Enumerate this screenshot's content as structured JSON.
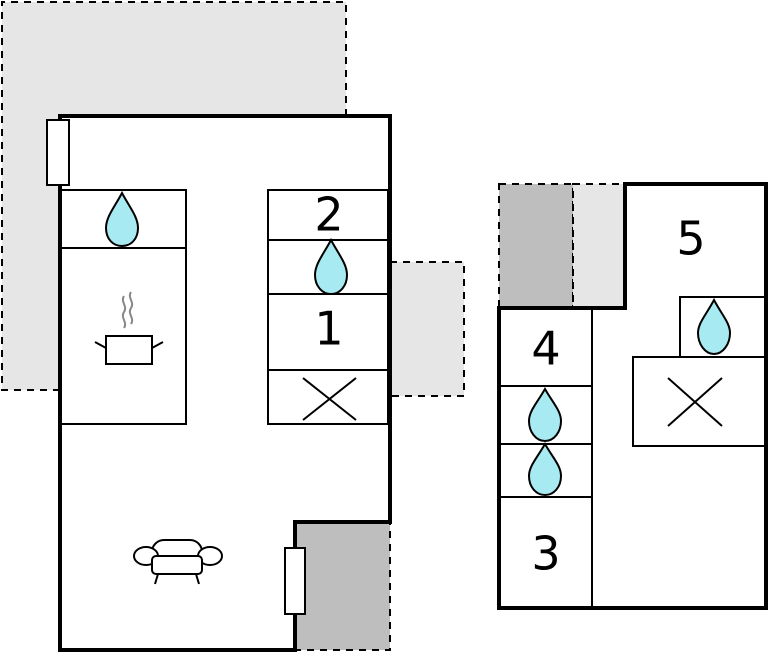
{
  "rooms": {
    "r1": "1",
    "r2": "2",
    "r3": "3",
    "r4": "4",
    "r5": "5"
  },
  "colors": {
    "water": "#a8eaf2",
    "terrace_light": "#e6e6e6",
    "terrace_dark": "#bebebe",
    "wall": "#000000"
  }
}
